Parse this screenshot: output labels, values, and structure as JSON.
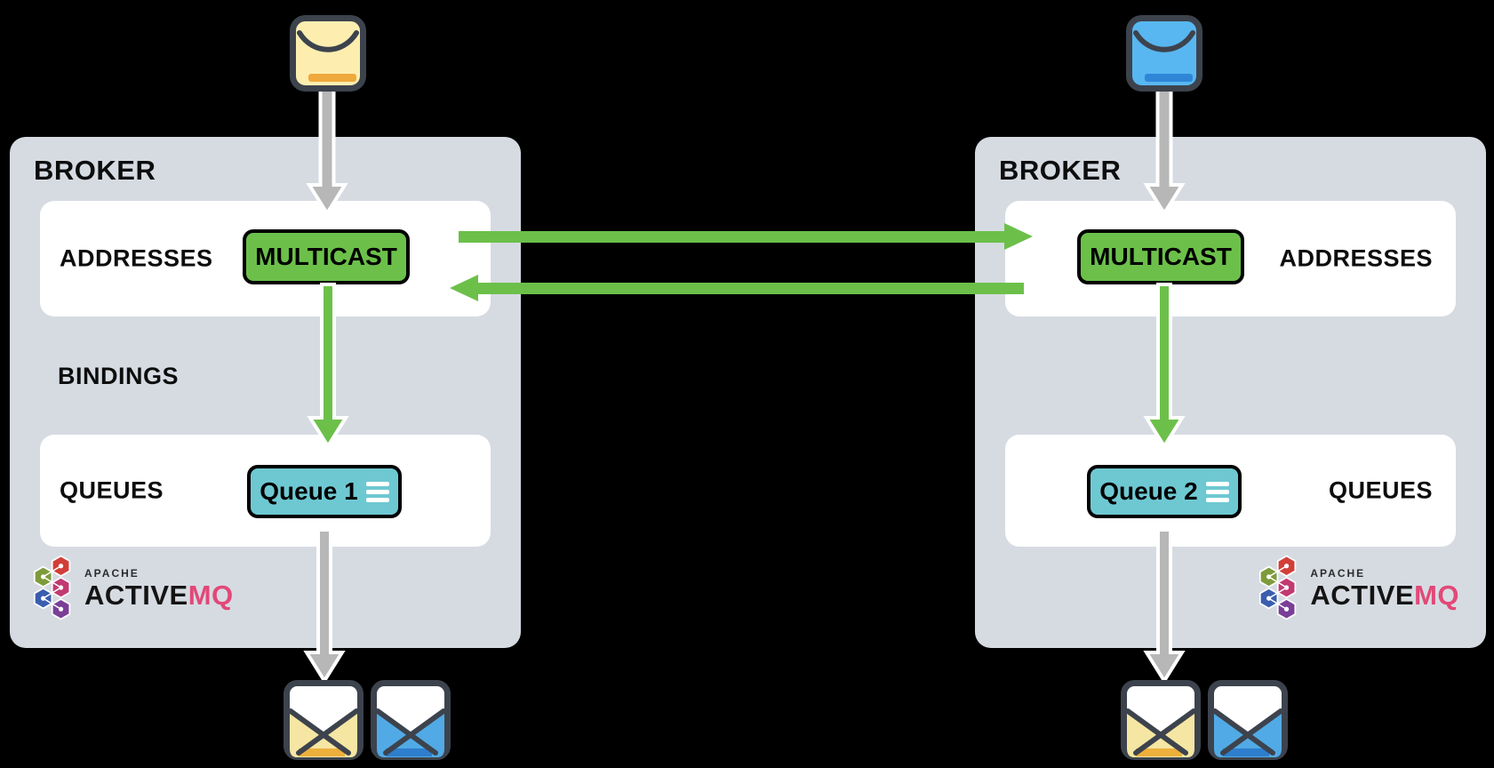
{
  "diagram": {
    "description": "Two ActiveMQ brokers exchanging messages over multicast addresses into queues"
  },
  "broker_left": {
    "title": "BROKER",
    "addresses_label": "ADDRESSES",
    "multicast_label": "MULTICAST",
    "bindings_label": "BINDINGS",
    "queues_label": "QUEUES",
    "queue_label": "Queue 1"
  },
  "broker_right": {
    "title": "BROKER",
    "addresses_label": "ADDRESSES",
    "multicast_label": "MULTICAST",
    "queues_label": "QUEUES",
    "queue_label": "Queue 2"
  },
  "logo": {
    "apache": "APACHE",
    "active": "ACTIVE",
    "mq": "MQ"
  },
  "colors": {
    "background": "#000000",
    "broker_bg": "#d6dbe2",
    "panel_bg": "#ffffff",
    "green": "#6cc04a",
    "teal": "#6ec8d2",
    "gray_arrow": "#b7b7b7",
    "envelope_stroke": "#3d434d",
    "envelope_yellow": "#fdeeb0",
    "envelope_yellow_accent": "#f0a93c",
    "envelope_blue": "#58b7f0",
    "envelope_blue_accent": "#2f86d6",
    "mq_pink": "#e24878"
  }
}
